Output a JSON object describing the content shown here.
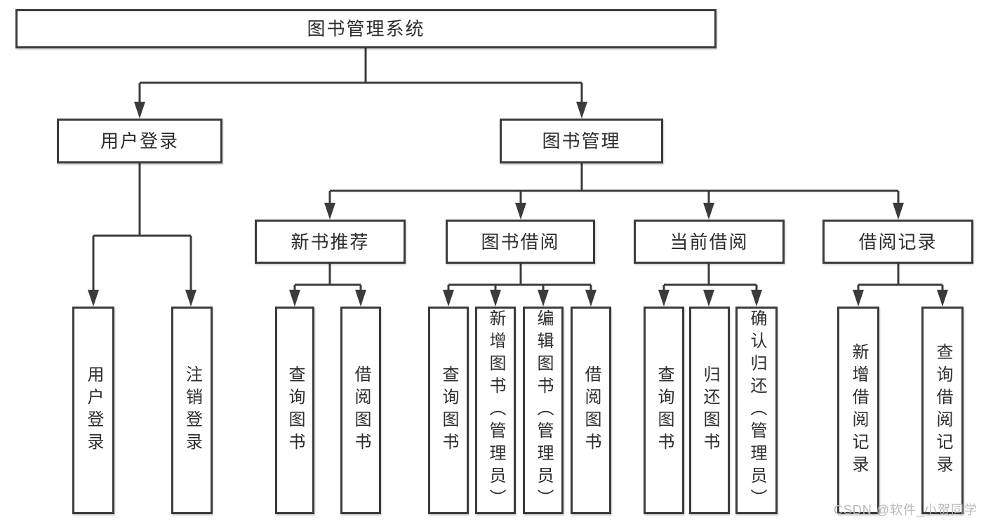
{
  "diagram": {
    "type": "tree-structure-chart",
    "tree": {
      "root": {
        "label": "图书管理系统",
        "children": [
          {
            "label": "用户登录",
            "children": [
              {
                "label": "用户登录"
              },
              {
                "label": "注销登录"
              }
            ]
          },
          {
            "label": "图书管理",
            "children": [
              {
                "label": "新书推荐",
                "children": [
                  {
                    "label": "查询图书"
                  },
                  {
                    "label": "借阅图书"
                  }
                ]
              },
              {
                "label": "图书借阅",
                "children": [
                  {
                    "label": "查询图书"
                  },
                  {
                    "label": "新增图书（管理员）"
                  },
                  {
                    "label": "编辑图书（管理员）"
                  },
                  {
                    "label": "借阅图书"
                  }
                ]
              },
              {
                "label": "当前借阅",
                "children": [
                  {
                    "label": "查询图书"
                  },
                  {
                    "label": "归还图书"
                  },
                  {
                    "label": "确认归还（管理员）"
                  }
                ]
              },
              {
                "label": "借阅记录",
                "children": [
                  {
                    "label": "新增借阅记录"
                  },
                  {
                    "label": "查询借阅记录"
                  }
                ]
              }
            ]
          }
        ]
      }
    },
    "colors": {
      "line": "#3b3b3b",
      "box_border": "#3b3b3b",
      "box_fill": "#ffffff",
      "text": "#2d2d2d",
      "watermark": "#b8b8b8",
      "background": "#ffffff"
    }
  },
  "watermark": "CSDN @软件_小贺同学"
}
